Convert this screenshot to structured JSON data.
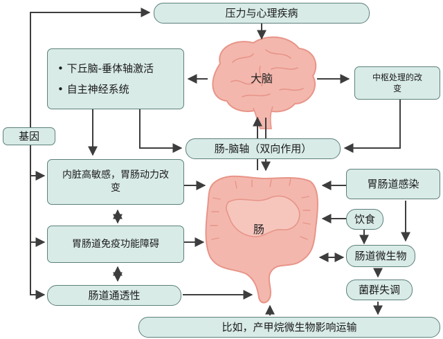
{
  "nodes": {
    "stress_disease": "压力与心理疾病",
    "brain_label": "大脑",
    "hpa_list": [
      "• 下丘脑-垂体轴激活",
      "• 自主神经系统"
    ],
    "central_processing": "中枢处理的改变",
    "gut_brain_axis": "肠-脑轴（双向作用）",
    "genes": "基因",
    "visceral": "内脏高敏感，胃肠动力改变",
    "gut_infection": "胃肠道感染",
    "gut_label": "肠",
    "diet": "饮食",
    "immune": "胃肠道免疫功能障碍",
    "microbiota": "肠道微生物",
    "dysbiosis": "菌群失调",
    "permeability": "肠道通透性",
    "methane": "比如，产甲烷微生物影响运输"
  },
  "colors": {
    "box_fill": "#d8ebe7",
    "box_border": "#5c7f79",
    "arrow": "#3d3d3d",
    "organ_fill": "#f3b7ad",
    "organ_stroke": "#e89488"
  }
}
